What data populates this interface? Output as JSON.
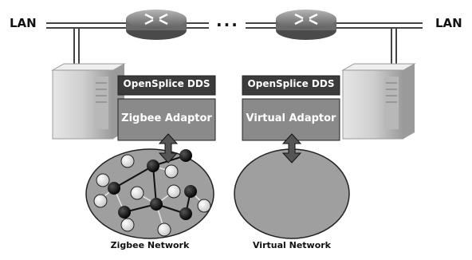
{
  "labels": {
    "lan_left": "LAN",
    "lan_right": "LAN",
    "ellipsis": "...",
    "dds_left": "OpenSplice DDS",
    "dds_right": "OpenSplice DDS",
    "adaptor_left": "Zigbee Adaptor",
    "adaptor_right": "Virtual Adaptor",
    "network_left": "Zigbee Network",
    "network_right": "Virtual Network"
  },
  "icons": [
    "router-icon",
    "server-icon",
    "double-arrow-icon"
  ],
  "colors": {
    "box_dark": "#3b3b3b",
    "box_mid": "#8a8a8a",
    "ellipse_fill": "#9f9f9f",
    "node_dark": "#111111",
    "node_light": "#dcdcdc",
    "router": "#7a7a7a"
  }
}
